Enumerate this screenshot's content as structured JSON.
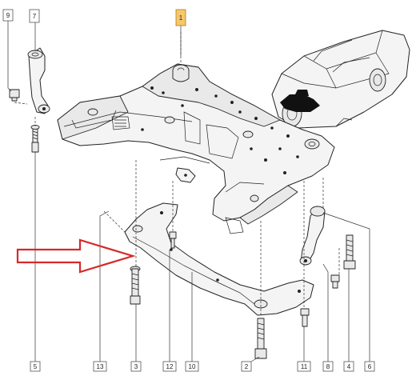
{
  "callouts": [
    {
      "id": "c1",
      "label": "1",
      "highlight": true
    },
    {
      "id": "c2",
      "label": "2"
    },
    {
      "id": "c3",
      "label": "3"
    },
    {
      "id": "c4",
      "label": "4"
    },
    {
      "id": "c5",
      "label": "5"
    },
    {
      "id": "c6",
      "label": "6"
    },
    {
      "id": "c7",
      "label": "7"
    },
    {
      "id": "c8",
      "label": "8"
    },
    {
      "id": "c9",
      "label": "9"
    },
    {
      "id": "c10",
      "label": "10"
    },
    {
      "id": "c11",
      "label": "11"
    },
    {
      "id": "c12",
      "label": "12"
    },
    {
      "id": "c13",
      "label": "13"
    }
  ],
  "colors": {
    "highlight_box": "#f6c86b",
    "pointer_arrow": "#d62828",
    "line_art": "#222222"
  },
  "icons": {
    "pointer": "red-outline-arrow-icon",
    "vehicle": "car-thumbnail-icon"
  }
}
